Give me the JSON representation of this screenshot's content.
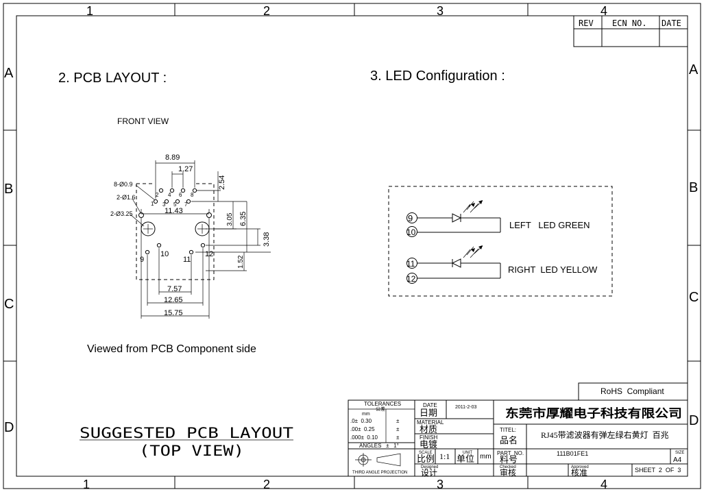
{
  "grid": {
    "columns": [
      "1",
      "2",
      "3",
      "4"
    ],
    "rows": [
      "A",
      "B",
      "C",
      "D"
    ]
  },
  "revision_block": {
    "rev": "REV",
    "ecn": "ECN NO.",
    "date": "DATE"
  },
  "pcb_layout": {
    "title": "2. PCB LAYOUT :",
    "front_view": "FRONT VIEW",
    "caption": "Viewed from PCB Component side",
    "dims": {
      "d889": "8.89",
      "d127": "1.27",
      "d254": "2.54",
      "d1143": "11.43",
      "d305": "3.05",
      "d635": "6.35",
      "d338": "3.38",
      "d152": "1.52",
      "d757": "7.57",
      "d1265": "12.65",
      "d1575": "15.75"
    },
    "hole_labels": {
      "h09": "8-Ø0.9",
      "h16": "2-Ø1.6",
      "h325": "2-Ø3.25"
    },
    "pins": [
      "1",
      "2",
      "3",
      "4",
      "5",
      "6",
      "7",
      "8"
    ],
    "led_pins": [
      "9",
      "10",
      "11",
      "12"
    ]
  },
  "led_config": {
    "title": "3. LED Configuration :",
    "left_label": "LEFT   LED GREEN",
    "right_label": "RIGHT  LED YELLOW",
    "pins": [
      "9",
      "10",
      "11",
      "12"
    ]
  },
  "suggested": {
    "line1": "SUGGESTED PCB LAYOUT",
    "line2": "(TOP VIEW)"
  },
  "title_block": {
    "rohs": "RoHS  Compliant",
    "tolerances": "TOLERANCES",
    "gongcha": "公差",
    "mm": "mm",
    "tol_rows": [
      ".0±  0.30",
      ".00±  0.25",
      ".000±  0.10"
    ],
    "pm": "±",
    "angles": "ANGLES   ±   1°",
    "projection": "THIRD ANGLE PROJECTION",
    "date_label": "DATE",
    "date_cn": "日期",
    "date_value": "2011-2-03",
    "material": "MATERIAL",
    "material_cn": "材质",
    "finish": "FINISH",
    "finish_cn": "电镀",
    "scale": "SCALE",
    "scale_cn": "比例",
    "scale_value": "1:1",
    "unit": "UNIT",
    "unit_cn": "单位",
    "unit_value": "mm",
    "designed": "Designed",
    "designed_cn": "设计",
    "company": "东莞市厚耀电子科技有限公司",
    "titel": "TITEL:",
    "titel_cn": "品名",
    "product": "RJ45带滤波器有弹左绿右黄灯  百兆",
    "part_no": "PART  NO.",
    "part_no_cn": "料号",
    "part_value": "111B01FE1",
    "size_label": "SIZE",
    "size_value": "A4",
    "checked": "Checked",
    "checked_cn": "审核",
    "approved": "Approved",
    "approved_cn": "核准",
    "sheet": "SHEET  2  OF  3"
  }
}
